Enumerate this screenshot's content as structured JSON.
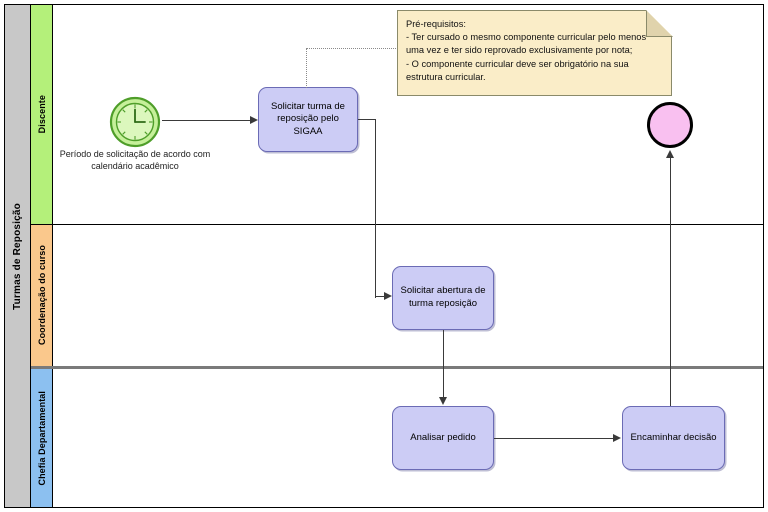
{
  "pool": {
    "name": "Turmas de Reposição",
    "header_color": "#c8c8c8"
  },
  "lanes": [
    {
      "id": "discente",
      "label": "Discente",
      "color": "#b4f07a"
    },
    {
      "id": "coordenacao",
      "label": "Coordenação do curso",
      "color": "#fac88c"
    },
    {
      "id": "chefia",
      "label": "Chefia Departamental",
      "color": "#8cc0f0"
    }
  ],
  "events": {
    "start": {
      "icon": "clock-icon",
      "label": "Período de solicitação de acordo com calendário acadêmico",
      "color": "#b4f07a"
    },
    "end": {
      "label": "",
      "color": "#f9c0f0"
    }
  },
  "tasks": [
    {
      "id": "solicitar-sigaa",
      "label": "Solicitar turma de reposição pelo SIGAA",
      "lane": "discente"
    },
    {
      "id": "solicitar-abertura",
      "label": "Solicitar abertura de turma reposição",
      "lane": "coordenacao"
    },
    {
      "id": "analisar-pedido",
      "label": "Analisar pedido",
      "lane": "chefia"
    },
    {
      "id": "encaminhar-decisao",
      "label": "Encaminhar decisão",
      "lane": "chefia"
    }
  ],
  "note": {
    "title": "Pré-requisitos:",
    "text": "Pré-requisitos:\n-  Ter cursado o mesmo componente curricular pelo menos uma vez e ter sido reprovado exclusivamente por nota;\n- O componente curricular deve ser obrigatório na sua estrutura curricular.",
    "color": "#faedc8"
  },
  "colors": {
    "task_fill": "#ccccf5",
    "task_stroke": "#6b6bb5",
    "connector": "#3a3a3a",
    "canvas": "#ffffff"
  }
}
